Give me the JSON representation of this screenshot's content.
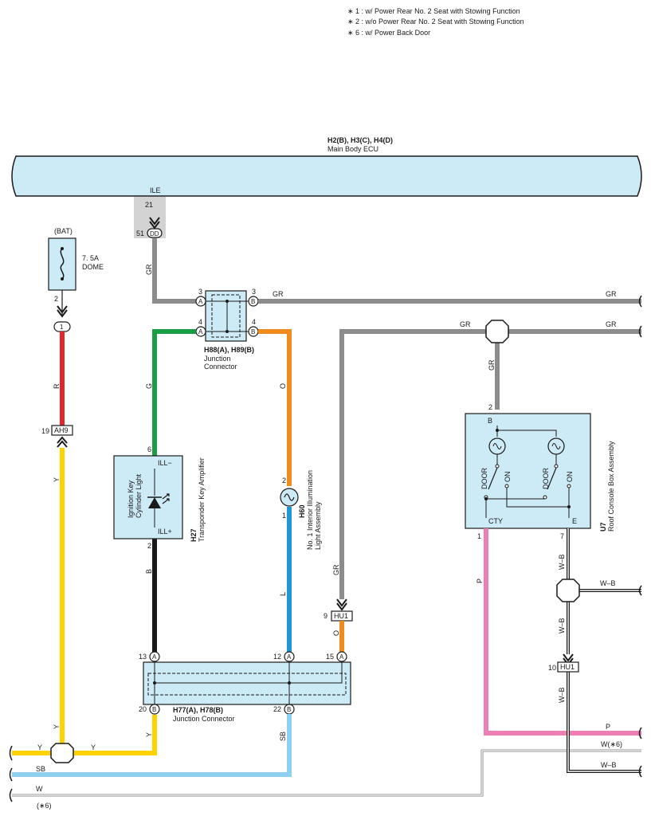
{
  "notes": [
    "∗ 1 : w/ Power Rear No. 2 Seat with Stowing Function",
    "∗ 2 : w/o Power Rear No. 2 Seat with Stowing Function",
    "∗ 6 : w/ Power Back Door"
  ],
  "ecu": {
    "connectors": "H2(B), H3(C), H4(D)",
    "name": "Main Body ECU",
    "terminal_name": "ILE",
    "pin": "21",
    "conn_pin": "51",
    "conn_letter": "DD"
  },
  "fuse": {
    "source": "(BAT)",
    "rating": "7. 5A",
    "name": "DOME",
    "pin": "2",
    "out_pin": "1"
  },
  "ah9": {
    "pin": "19",
    "name": "AH9"
  },
  "h88": {
    "label_bold": "H88(A), H89(B)",
    "label_line2": "Junction",
    "label_line3": "Connector",
    "pin_a3": "3",
    "pin_b3": "3",
    "pin_a4": "4",
    "pin_b4": "4",
    "letter_a": "A",
    "letter_b": "B"
  },
  "h27": {
    "code": "H27",
    "name": "Transponder Key Amplifier",
    "inner_line1": "Ignition Key",
    "inner_line2": "Cylinder Light",
    "term_top": "ILL−",
    "term_bottom": "ILL+",
    "pin_top": "6",
    "pin_bottom": "2"
  },
  "h60": {
    "code": "H60",
    "name_line1": "No. 1 Interior Illumination",
    "name_line2": "Light Assembly",
    "pin_top": "2",
    "pin_bottom": "1"
  },
  "hu1_left": {
    "pin": "9",
    "name": "HU1"
  },
  "hu1_right": {
    "pin": "10",
    "name": "HU1"
  },
  "u7": {
    "code": "U7",
    "name": "Roof Console Box Assembly",
    "pin_top": "2",
    "term_top": "B",
    "switch_left_a": "DOOR",
    "switch_left_b": "ON",
    "switch_right_a": "DOOR",
    "switch_right_b": "ON",
    "term_cty": "CTY",
    "term_e": "E",
    "pin_cty": "1",
    "pin_e": "7"
  },
  "h77": {
    "label_bold": "H77(A), H78(B)",
    "label_line2": "Junction Connector",
    "pin_13": "13",
    "pin_12": "12",
    "pin_15": "15",
    "pin_20": "20",
    "pin_22": "22",
    "letter_a": "A",
    "letter_b": "B"
  },
  "wires": {
    "gr": "GR",
    "g": "G",
    "o": "O",
    "r": "R",
    "y": "Y",
    "b": "B",
    "l": "L",
    "p": "P",
    "sb": "SB",
    "w": "W",
    "wb": "W–B",
    "w6": "W(∗6)",
    "note6": "(∗6)"
  },
  "colors": {
    "gray": "#8c8c8c",
    "green": "#1a9e45",
    "orange": "#f08c1e",
    "red": "#e0262b",
    "yellow": "#ffd200",
    "black": "#1a1a1a",
    "blue": "#1e96d6",
    "pink": "#ee7fb4",
    "skyblue": "#8fd0f0",
    "component_fill": "#cdeaf7"
  }
}
